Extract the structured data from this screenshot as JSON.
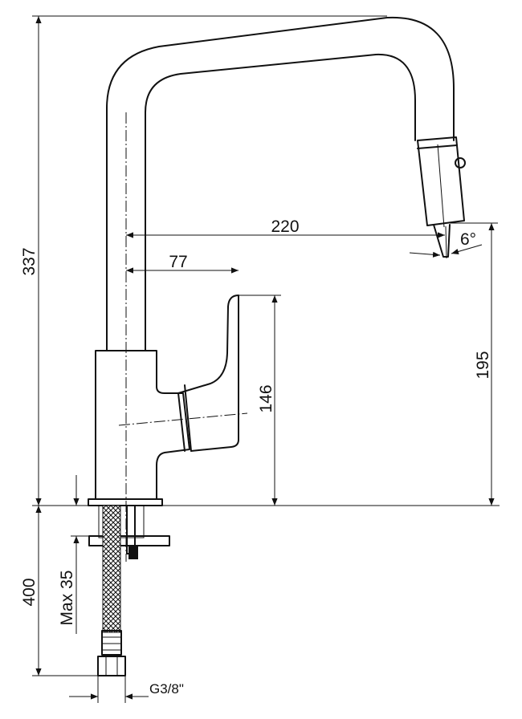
{
  "dimensions": {
    "total_height": "337",
    "spout_reach": "220",
    "lever_offset": "77",
    "body_height": "146",
    "spout_height": "195",
    "spout_angle": "6°",
    "hose_length": "400",
    "max_deck": "Max 35",
    "connection": "G3/8\""
  },
  "colors": {
    "line": "#111111",
    "background": "#ffffff"
  }
}
